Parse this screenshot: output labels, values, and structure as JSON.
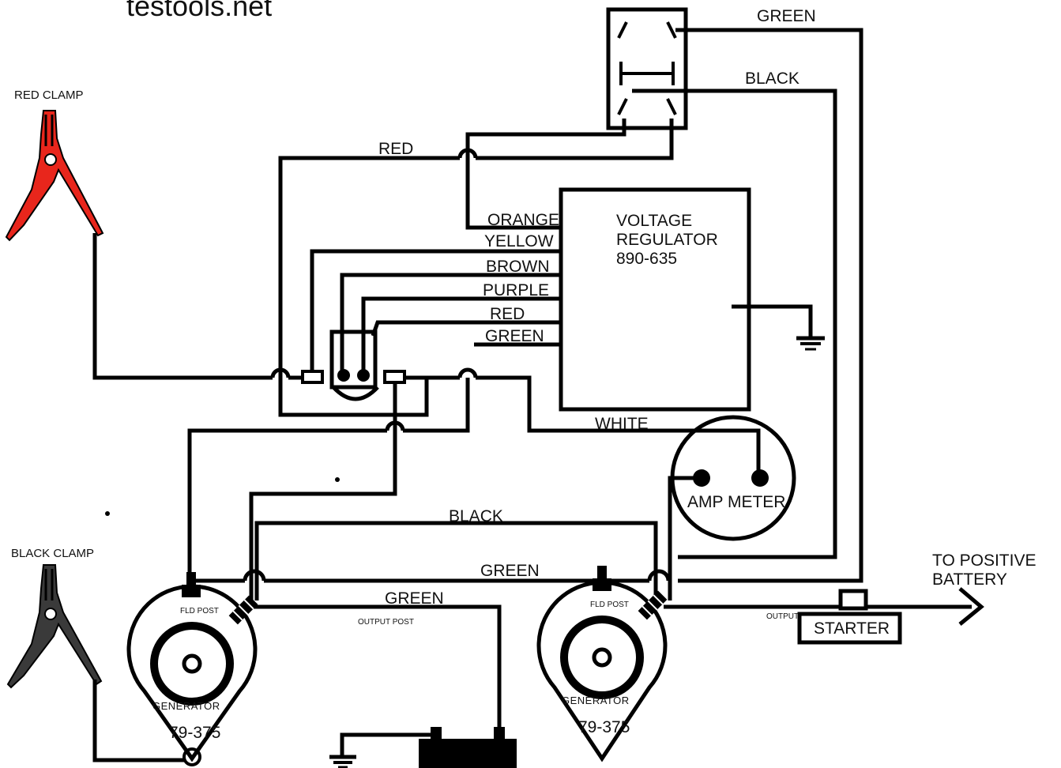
{
  "watermark": "testools.net",
  "clamps": {
    "red_label": "RED CLAMP",
    "black_label": "BLACK CLAMP",
    "red_color": "#e8261c",
    "black_color": "#3a3a3a"
  },
  "wires": {
    "green_top": "GREEN",
    "black_top": "BLACK",
    "red_top": "RED",
    "orange": "ORANGE",
    "yellow": "YELLOW",
    "brown": "BROWN",
    "purple": "PURPLE",
    "red_mid": "RED",
    "green_mid": "GREEN",
    "white": "WHITE",
    "black_mid": "BLACK",
    "green_lower": "GREEN",
    "green_bottom": "GREEN"
  },
  "regulator": {
    "line1": "VOLTAGE",
    "line2": "REGULATOR",
    "line3": "890-635"
  },
  "amp_meter": {
    "label": "AMP METER"
  },
  "generator_left": {
    "fld_post": "FLD POST",
    "output_post": "OUTPUT POST",
    "label": "GENERATOR",
    "part": "79-375"
  },
  "generator_right": {
    "fld_post": "FLD POST",
    "output_post": "OUTPUT POST",
    "label": "GENERATOR",
    "part": "79-375"
  },
  "starter": {
    "label": "STARTER"
  },
  "battery_out": {
    "line1": "TO POSITIVE",
    "line2": "BATTERY"
  }
}
